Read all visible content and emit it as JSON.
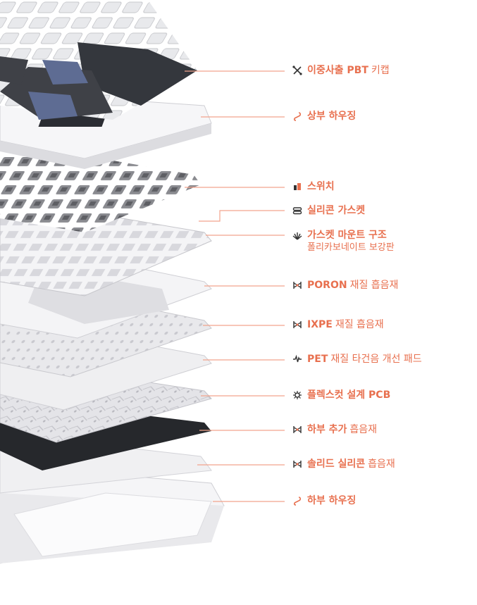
{
  "colors": {
    "accent": "#e8704f",
    "line": "#f2a48d",
    "board": "#f1f1f3",
    "dark": "#2b2d33"
  },
  "labels": [
    {
      "icon": "keycap-icon",
      "bold": "이중사출 PBT",
      "normal": "키캡"
    },
    {
      "icon": "link-icon",
      "bold": "상부 하우징",
      "normal": ""
    },
    {
      "icon": "switch-icon",
      "bold": "스위치",
      "normal": ""
    },
    {
      "icon": "gasket-icon",
      "bold": "실리콘 가스켓",
      "normal": ""
    },
    {
      "icon": "mount-icon",
      "bold": "가스켓 마운트 구조",
      "normal": "",
      "sub": "폴리카보네이트 보강판"
    },
    {
      "icon": "foam-icon",
      "bold": "PORON",
      "normal": "재질 흡음재"
    },
    {
      "icon": "foam-icon",
      "bold": "IXPE",
      "normal": "재질 흡음재"
    },
    {
      "icon": "wave-icon",
      "bold": "PET",
      "normal": "재질 타건음 개선 패드"
    },
    {
      "icon": "circuit-icon",
      "bold": "플렉스컷 설계 PCB",
      "normal": ""
    },
    {
      "icon": "foam-icon",
      "bold": "하부 추가",
      "normal": "흡음재"
    },
    {
      "icon": "foam-icon",
      "bold": "솔리드 실리콘",
      "normal": "흡음재"
    },
    {
      "icon": "link-icon",
      "bold": "하부 하우징",
      "normal": ""
    }
  ]
}
